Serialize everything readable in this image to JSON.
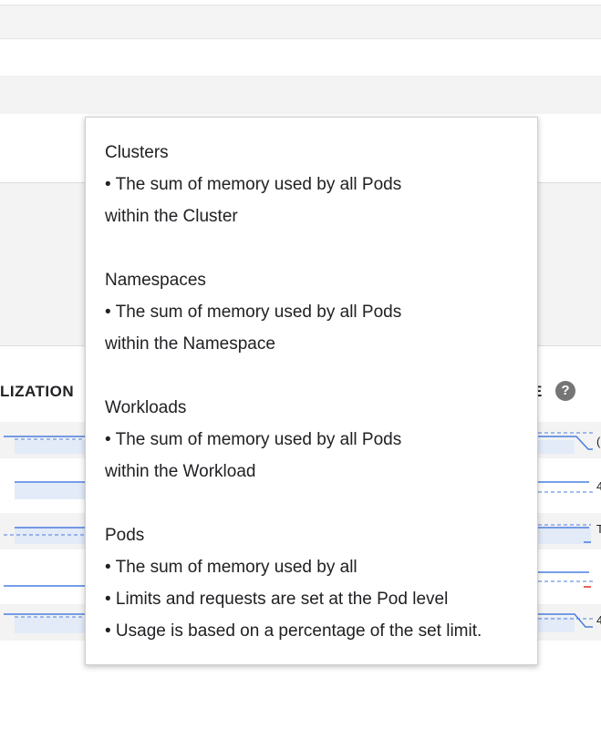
{
  "table": {
    "left_header": "LIZATION",
    "right_header": "E",
    "help_icon": "help-icon",
    "row_edge_chars": [
      "(",
      "4",
      "T",
      "",
      "4"
    ]
  },
  "tooltip": {
    "clusters_title": "Clusters",
    "clusters_line1": "• The sum of memory used by all Pods",
    "clusters_line2": "within the Cluster",
    "namespaces_title": "Namespaces",
    "namespaces_line1": "• The sum of memory used by all Pods",
    "namespaces_line2": "within the Namespace",
    "workloads_title": "Workloads",
    "workloads_line1": "• The sum of memory used by all Pods",
    "workloads_line2": "within the Workload",
    "pods_title": "Pods",
    "pods_line1": "• The sum of memory used by all",
    "pods_line2": "• Limits and requests are set at the Pod level",
    "pods_line3": "• Usage is based on a percentage of the set limit."
  },
  "colors": {
    "sparkline_blue": "#4a7ee0",
    "sparkline_fill": "#e3ebf8",
    "limit_red": "#d93025"
  }
}
